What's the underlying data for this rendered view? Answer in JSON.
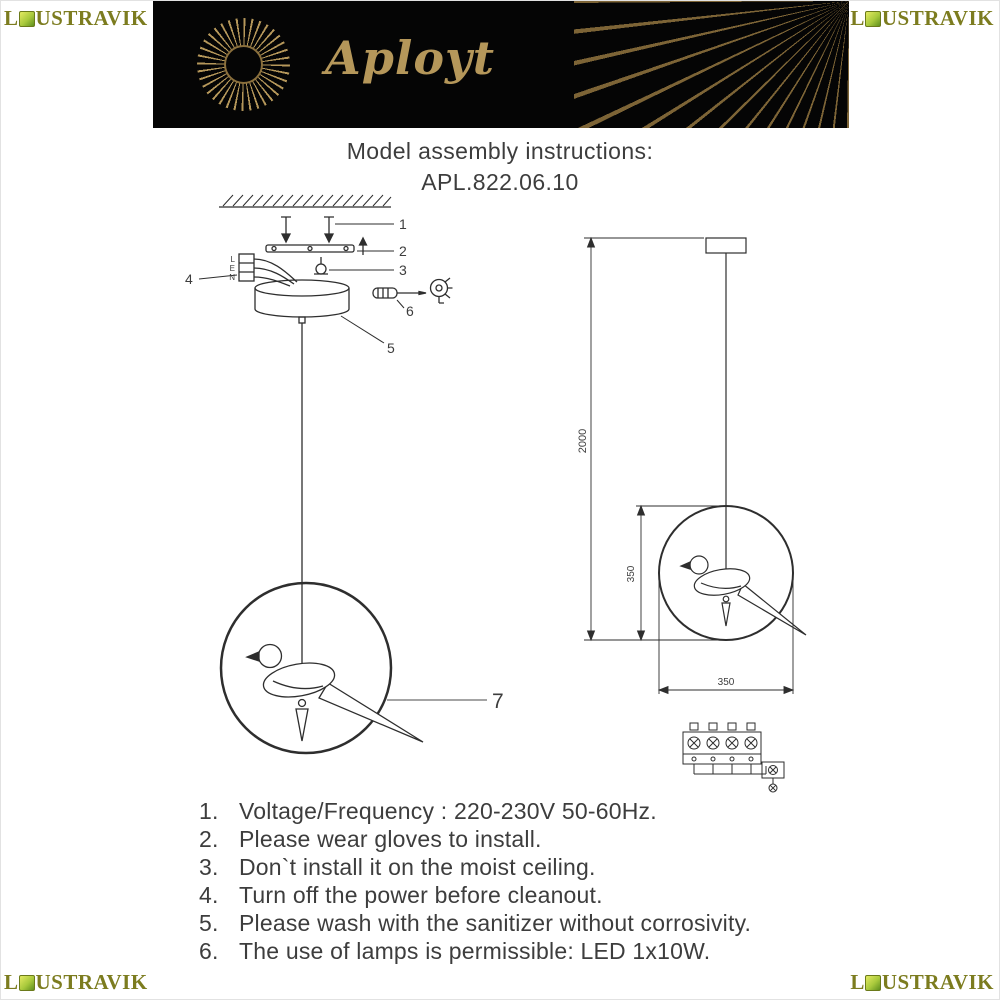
{
  "watermark": {
    "prefix": "L",
    "suffix": "USTRAVIK"
  },
  "header": {
    "brand": "Aployt"
  },
  "title": {
    "line1": "Model assembly instructions:",
    "line2": "APL.822.06.10"
  },
  "assembly": {
    "parts": [
      "1",
      "2",
      "3",
      "4",
      "5",
      "6",
      "7"
    ],
    "wire_labels": [
      "L",
      "E",
      "N"
    ]
  },
  "dimensions": {
    "drop_height": "2000",
    "ring_height": "350",
    "ring_width": "350"
  },
  "instructions": {
    "items": [
      {
        "num": "1.",
        "text": "Voltage/Frequency : 220-230V 50-60Hz."
      },
      {
        "num": "2.",
        "text": "Please wear gloves to install."
      },
      {
        "num": "3.",
        "text": "Don`t install it on the moist ceiling."
      },
      {
        "num": "4.",
        "text": "Turn off the power before cleanout."
      },
      {
        "num": "5.",
        "text": "Please wash with the sanitizer without corrosivity."
      },
      {
        "num": "6.",
        "text": "The use of lamps is permissible: LED 1x10W."
      }
    ]
  },
  "colors": {
    "gold": "#b5975a",
    "olive": "#7c7c1f",
    "ink": "#3d3d3d",
    "line": "#2e2e2e"
  }
}
